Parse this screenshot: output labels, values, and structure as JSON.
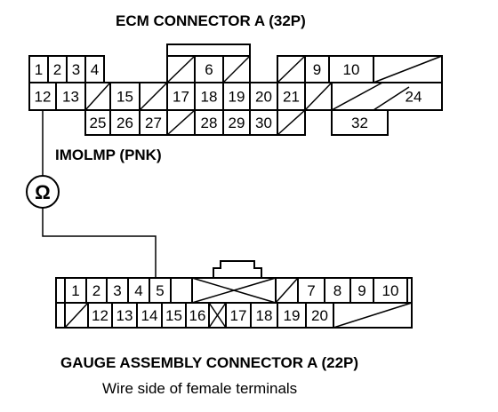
{
  "ecm_title": "ECM CONNECTOR A (32P)",
  "wire_label": "IMOLMP (PNK)",
  "gauge_title": "GAUGE ASSEMBLY CONNECTOR A (22P)",
  "view_note": "Wire side of female terminals",
  "ecm_rows": {
    "top": [
      "1",
      "2",
      "3",
      "4",
      "",
      "",
      "6",
      "",
      "",
      "",
      "9",
      "10",
      ""
    ],
    "middle": [
      "12",
      "13",
      "",
      "15",
      "",
      "17",
      "18",
      "19",
      "20",
      "21",
      "",
      "24"
    ],
    "bottom": [
      "25",
      "26",
      "27",
      "",
      "28",
      "29",
      "30",
      "",
      "32"
    ]
  },
  "gauge_rows": {
    "top": [
      "1",
      "2",
      "3",
      "4",
      "5",
      "",
      "",
      "7",
      "8",
      "9",
      "10"
    ],
    "bottom": [
      "",
      "12",
      "13",
      "14",
      "15",
      "16",
      "",
      "17",
      "18",
      "19",
      "20",
      ""
    ]
  },
  "meter_symbol": "Ω"
}
